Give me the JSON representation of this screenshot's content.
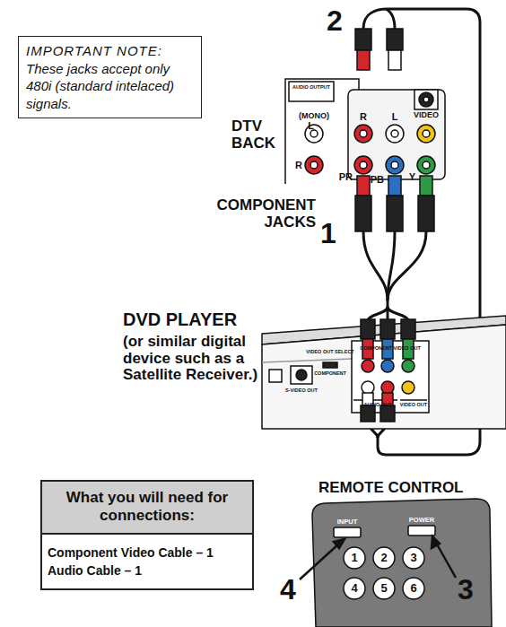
{
  "diagram": {
    "nodes": [
      {
        "text": [
          "IMPORTANT NOTE:",
          "These jacks accept only 480i (standard intelaced) signals."
        ]
      },
      {
        "text": [
          "What you will need for connections:",
          "Component Video Cable – 1 Audio Cable – 1"
        ]
      }
    ],
    "labels": [
      "2",
      "AUDIO OUTPUT",
      "(MONO)",
      "L",
      "R",
      "R",
      "L",
      "VIDEO",
      "PR",
      "PB",
      "Y",
      "DTV BACK",
      "COMPONENT JACKS",
      "1",
      "DVD PLAYER",
      "(or similar digital device such as a Satellite Receiver.)",
      "COMPONENT VIDEO OUT",
      "VIDEO OUT SELECT",
      "COMPONENT",
      "S-VIDEO OUT",
      "AUDIO OUT",
      "VIDEO OUT",
      "REMOTE CONTROL",
      "INPUT",
      "POWER",
      "1",
      "2",
      "3",
      "4",
      "5",
      "6",
      "4",
      "3"
    ]
  }
}
